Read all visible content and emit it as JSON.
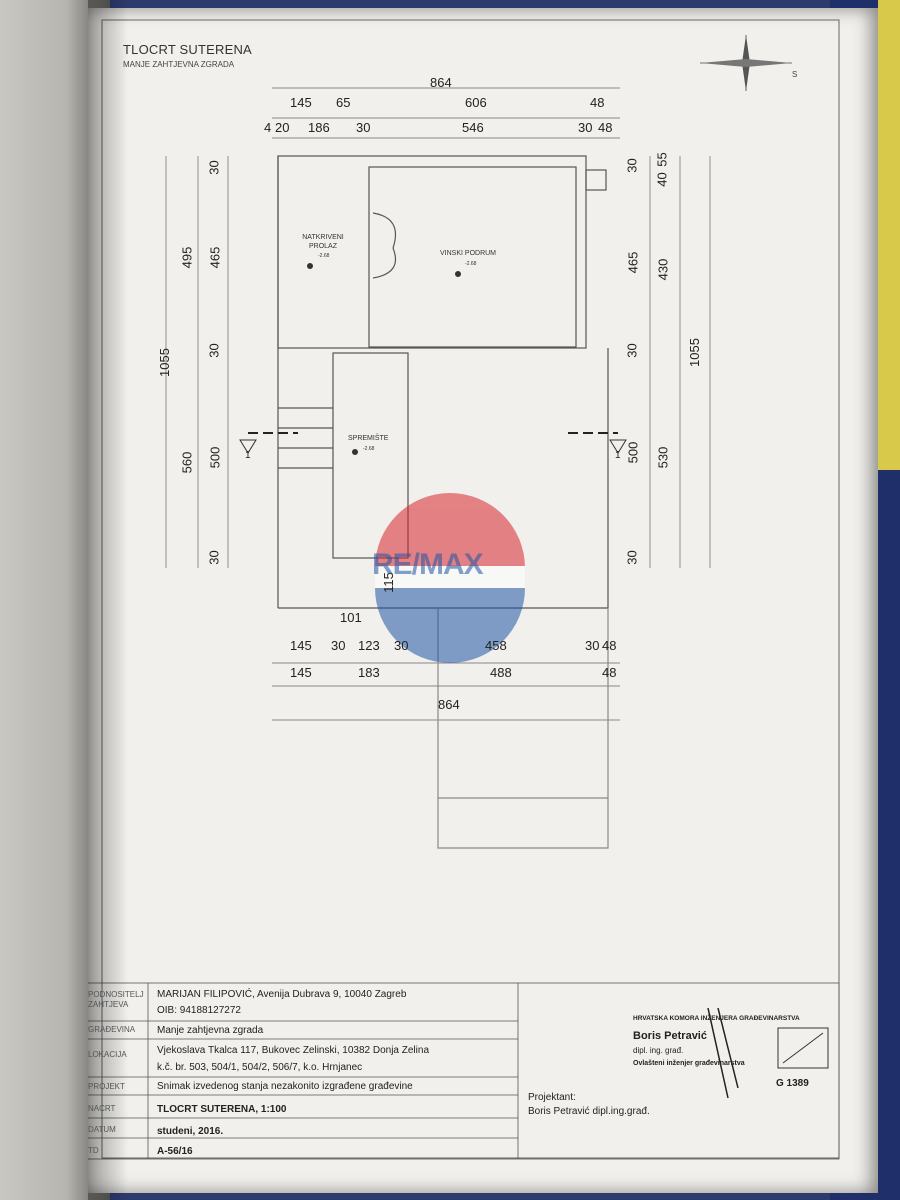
{
  "drawing": {
    "title": "TLOCRT SUTERENA",
    "subtitle": "MANJE ZAHTJEVNA ZGRADA",
    "dims_top": {
      "overall": "864",
      "row2": [
        "145",
        "65",
        "606",
        "48"
      ],
      "row3": [
        "4",
        "20",
        "186",
        "30",
        "546",
        "30",
        "48"
      ]
    },
    "dims_left": {
      "outer": "1055",
      "col2": [
        "495",
        "560"
      ],
      "col3": [
        "30",
        "465",
        "30",
        "500",
        "30"
      ]
    },
    "dims_right": {
      "col1": [
        "30",
        "465",
        "30",
        "500",
        "30"
      ],
      "col2": [
        "55",
        "40",
        "430",
        "530"
      ],
      "outer": "1055"
    },
    "dims_bottom": {
      "row1": [
        "145",
        "30",
        "123",
        "30",
        "458",
        "30",
        "48"
      ],
      "row2": [
        "145",
        "183",
        "488",
        "48"
      ],
      "overall": "864",
      "inner_101": "101",
      "vertical_115": "115"
    },
    "rooms": {
      "passage": "NATKRIVENI PROLAZ",
      "cellar": "VINSKI PODRUM",
      "storage": "SPREMIŠTE",
      "level": "-2.68"
    },
    "section_mark": "1",
    "watermark": "RE/MAX"
  },
  "title_block": {
    "labels": [
      "PODNOSITELJ ZAHTJEVA",
      "GRAĐEVINA",
      "LOKACIJA",
      "PROJEKT",
      "NACRT",
      "DATUM",
      "TD"
    ],
    "investor": "MARIJAN FILIPOVIĆ, Avenija Dubrava 9, 10040 Zagreb",
    "oib": "OIB: 94188127272",
    "building": "Manje zahtjevna zgrada",
    "location_1": "Vjekoslava Tkalca 117, Bukovec Zelinski, 10382 Donja Zelina",
    "location_2": "k.č. br. 503, 504/1, 504/2, 506/7, k.o. Hrnjanec",
    "project": "Snimak izvedenog stanja nezakonito izgrađene građevine",
    "drawing": "TLOCRT SUTERENA, 1:100",
    "date": "studeni, 2016.",
    "td": "A-56/16",
    "designer_label": "Projektant:",
    "designer": "Boris Petravić dipl.ing.građ.",
    "stamp_line1": "HRVATSKA KOMORA INŽENJERA GRAĐEVINARSTVA",
    "stamp_name": "Boris Petravić",
    "stamp_title": "dipl. ing. građ.",
    "stamp_line3": "Ovlašteni inženjer građevinarstva",
    "stamp_number": "G 1389"
  },
  "colors": {
    "paper": "#f1f0ec",
    "line": "#555555",
    "watermark_red": "#d9262e",
    "watermark_blue": "#1f56a6"
  }
}
